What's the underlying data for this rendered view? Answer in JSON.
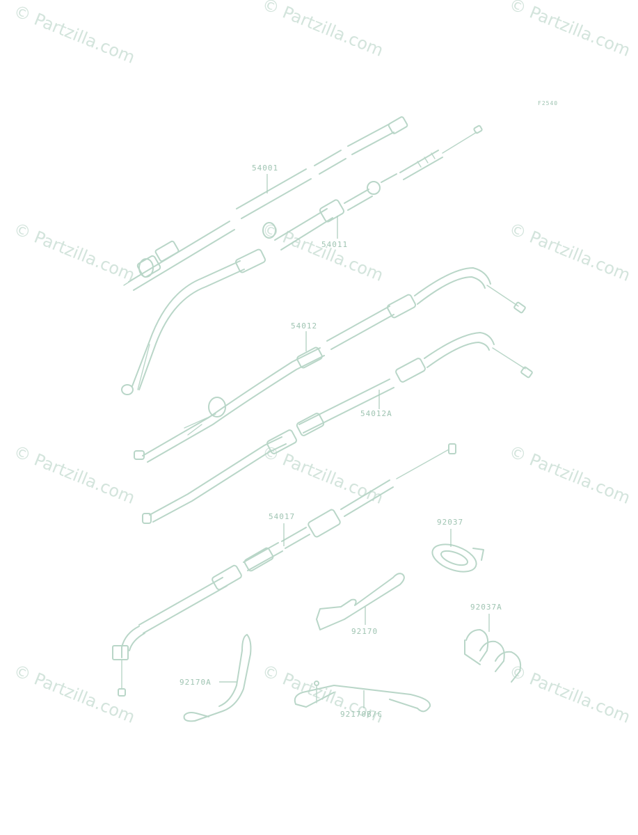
{
  "figure_code": "F2540",
  "watermark_text": "© Partzilla.com",
  "watermarks": [
    {
      "id": "wm-1"
    },
    {
      "id": "wm-2"
    },
    {
      "id": "wm-3"
    },
    {
      "id": "wm-4"
    },
    {
      "id": "wm-5"
    },
    {
      "id": "wm-6"
    },
    {
      "id": "wm-7"
    },
    {
      "id": "wm-8"
    },
    {
      "id": "wm-9"
    },
    {
      "id": "wm-10"
    },
    {
      "id": "wm-11"
    },
    {
      "id": "wm-12"
    }
  ],
  "parts": [
    {
      "key": "54001",
      "label": "54001"
    },
    {
      "key": "54011",
      "label": "54011"
    },
    {
      "key": "54012",
      "label": "54012"
    },
    {
      "key": "54012A",
      "label": "54012A"
    },
    {
      "key": "54017",
      "label": "54017"
    },
    {
      "key": "92037",
      "label": "92037"
    },
    {
      "key": "92037A",
      "label": "92037A"
    },
    {
      "key": "92170",
      "label": "92170"
    },
    {
      "key": "92170A",
      "label": "92170A"
    },
    {
      "key": "92170BC",
      "label": "92170B/C"
    }
  ],
  "colors": {
    "line": "#b9d6c8",
    "label": "#9fc4b2",
    "watermark": "#d3e4dc"
  }
}
